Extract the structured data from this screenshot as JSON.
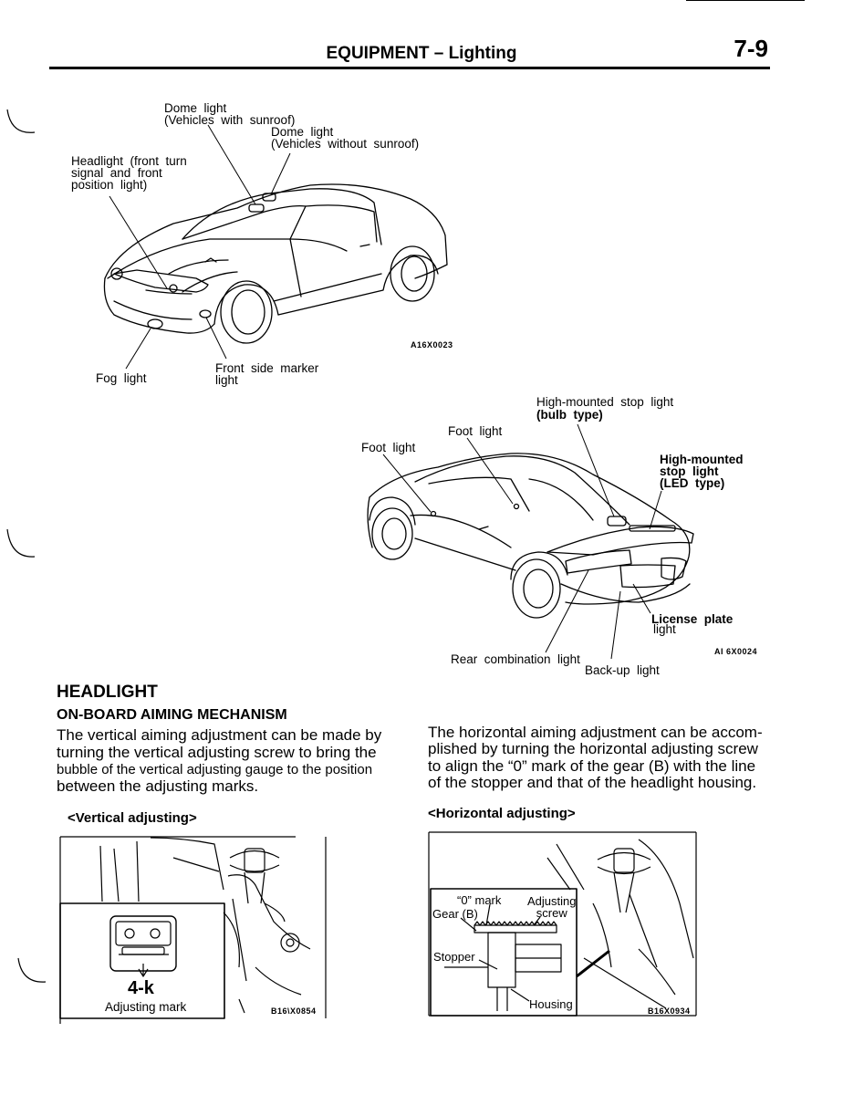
{
  "header": {
    "title": "EQUIPMENT – Lighting",
    "page_number": "7-9"
  },
  "figure1": {
    "labels": {
      "dome_light_sunroof": "Dome  light\n(Vehicles  with  sunroof)",
      "dome_light_no_sunroof": "Dome  light\n(Vehicles  without  sunroof)",
      "headlight": "Headlight  (front  turn\nsignal  and  front\nposition  light)",
      "fog_light": "Fog  light",
      "front_side_marker": "Front  side  marker\nlight"
    },
    "code": "A16X0023"
  },
  "figure2": {
    "labels": {
      "high_mount_bulb_line1": "High-mounted  stop  light",
      "high_mount_bulb_line2": "(bulb  type)",
      "foot_light_1": "Foot  light",
      "foot_light_2": "Foot  light",
      "high_mount_led": "High-mounted\nstop  light\n(LED  type)",
      "license_plate_line1": "License  plate",
      "license_plate_line2": "light",
      "rear_combination": "Rear  combination  light",
      "backup_light": "Back-up  light"
    },
    "code": "AI 6X0024"
  },
  "headlight_section": {
    "title": "HEADLIGHT",
    "subtitle": "ON-BOARD  AIMING  MECHANISM",
    "vertical_text_1": "The vertical aiming adjustment can be made by",
    "vertical_text_2": "turning the vertical adjusting screw to bring the",
    "vertical_text_3": "bubble of the vertical adjusting gauge to the position",
    "vertical_text_4": "between the adjusting marks.",
    "horizontal_text_1": "The horizontal aiming adjustment can be accom-",
    "horizontal_text_2": "plished by turning the horizontal adjusting screw",
    "horizontal_text_3": "to align the “0” mark of the gear (B) with the line",
    "horizontal_text_4": "of the stopper and that of the headlight housing.",
    "vertical_caption": "<Vertical  adjusting>",
    "horizontal_caption": "<Horizontal adjusting>"
  },
  "figure3": {
    "mark_label": "4-k",
    "adjusting_mark": "Adjusting mark",
    "code": "B16\\X0854"
  },
  "figure4": {
    "zero_mark": "“0” mark",
    "adjusting_screw": "Adjusting\nscrew",
    "gear_b": "Gear (B)",
    "stopper": "Stopper",
    "housing": "Housing",
    "code": "B16X0934"
  }
}
